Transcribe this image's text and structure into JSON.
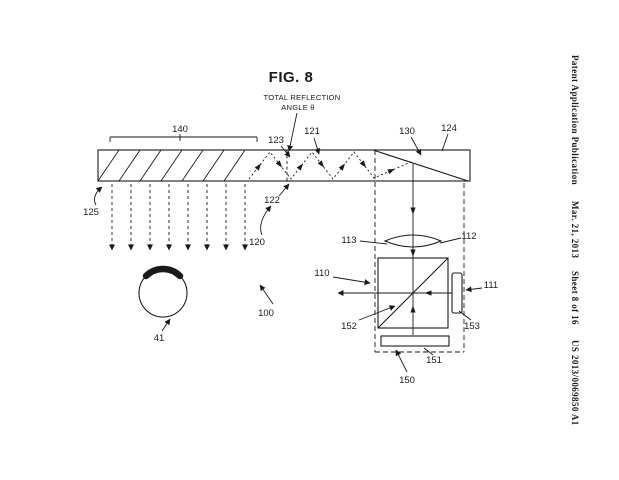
{
  "figure": {
    "title": "FIG. 8",
    "annotation_line1": "TOTAL REFLECTION",
    "annotation_line2": "ANGLE θ"
  },
  "margin_text": {
    "publication": "Patent Application Publication",
    "date": "Mar. 21, 2013",
    "sheet": "Sheet 8 of 16",
    "patent_number": "US 2013/0069850 A1"
  },
  "ref_labels": {
    "n140": "140",
    "n125": "125",
    "n123": "123",
    "n121": "121",
    "n122": "122",
    "n120": "120",
    "n130": "130",
    "n124": "124",
    "n100": "100",
    "n41": "41",
    "n113": "113",
    "n112": "112",
    "n110": "110",
    "n111": "111",
    "n152": "152",
    "n153": "153",
    "n151": "151",
    "n150": "150"
  },
  "colors": {
    "ink": "#1a1a1a",
    "background": "#ffffff"
  }
}
